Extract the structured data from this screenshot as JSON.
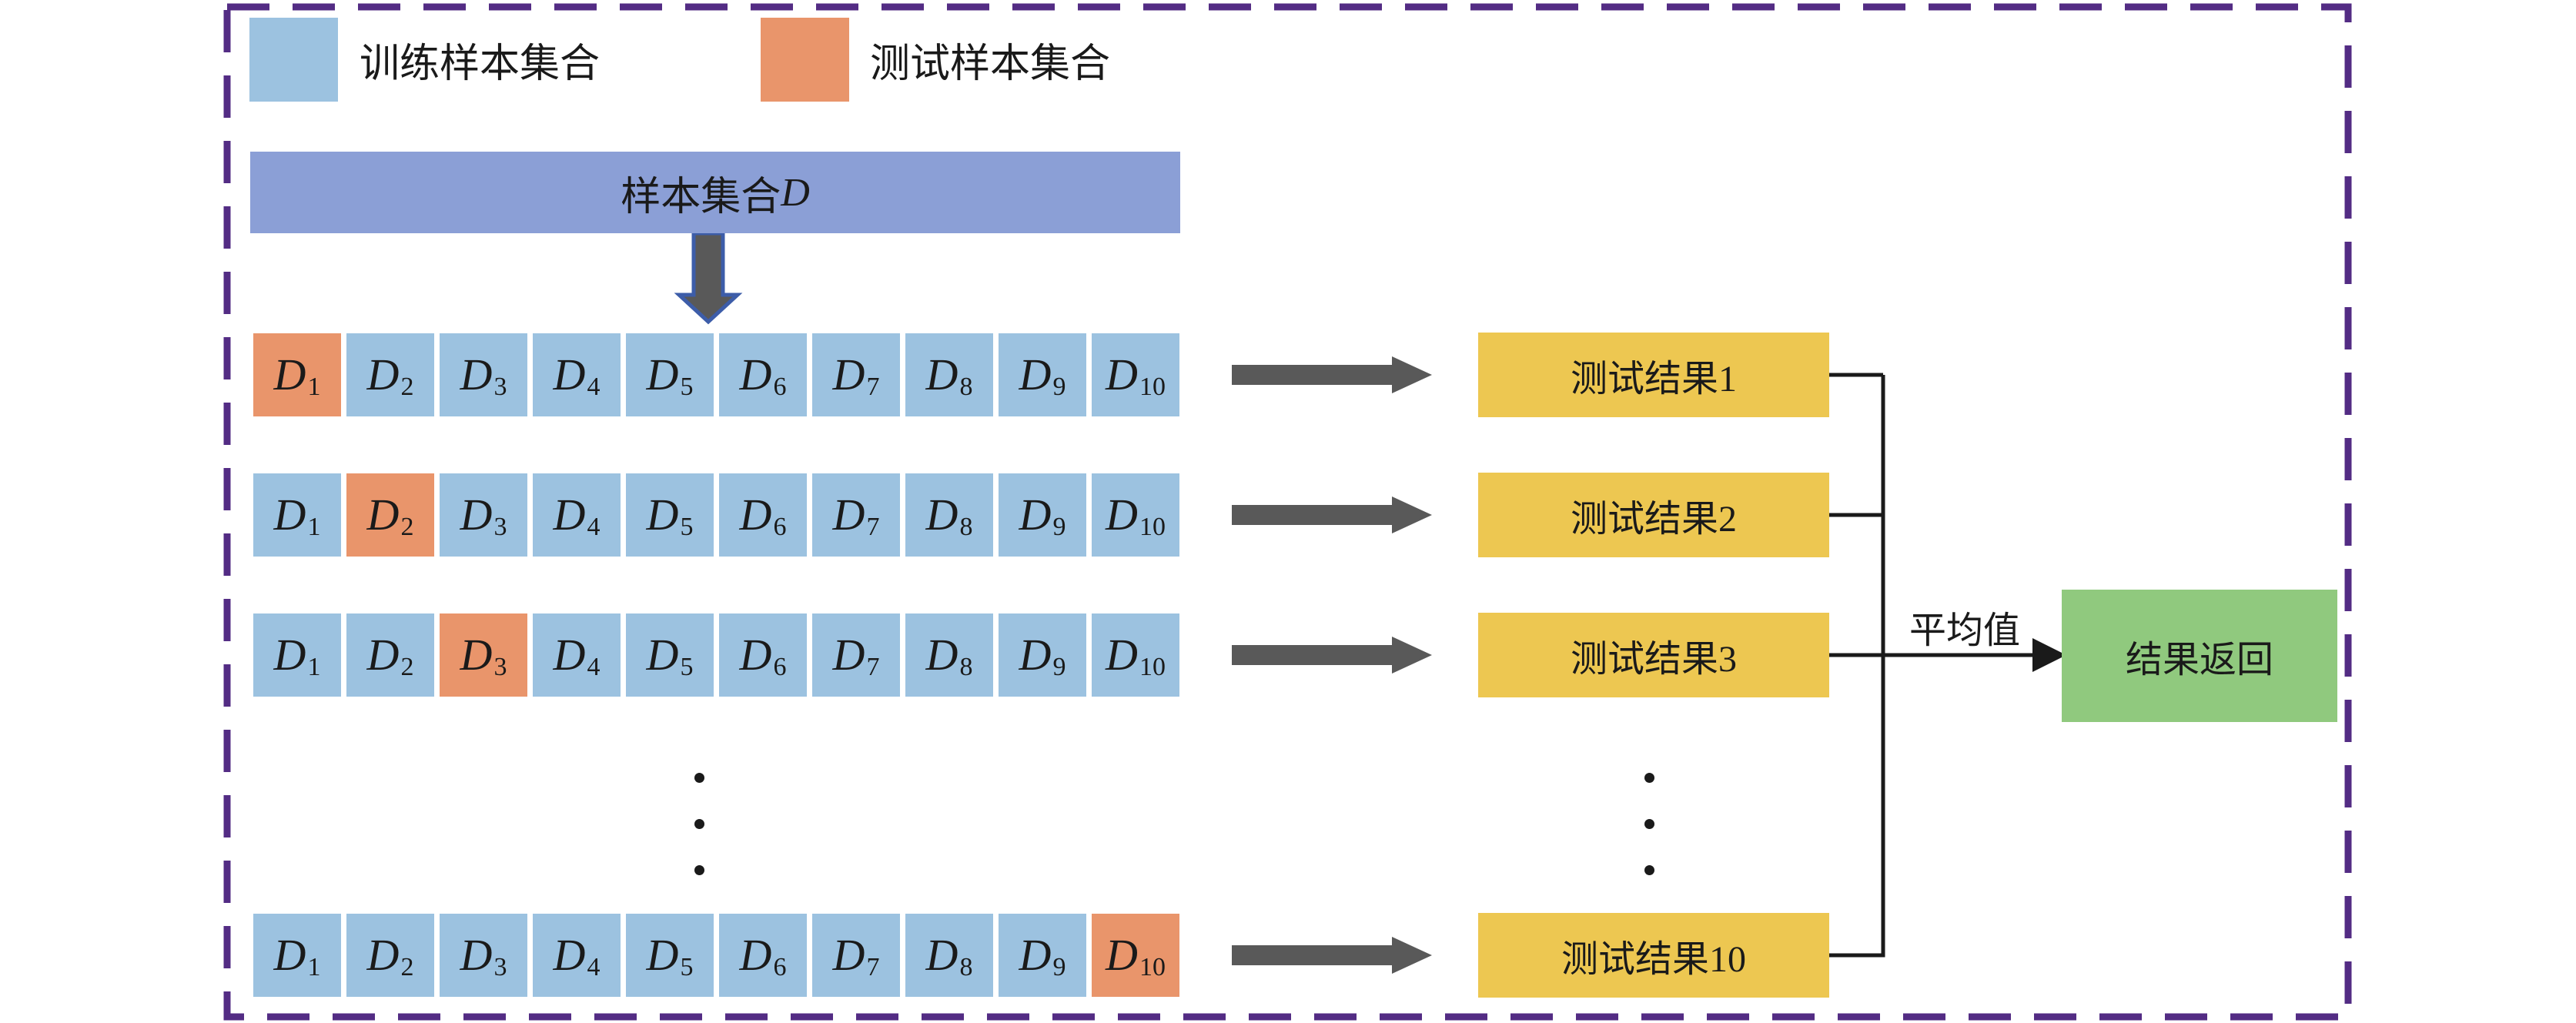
{
  "diagram": {
    "legend": {
      "train": {
        "label": "训练样本集合",
        "color": "#9CC2E0"
      },
      "test": {
        "label": "测试样本集合",
        "color": "#E9956B"
      }
    },
    "sample_set": {
      "label": "样本集合",
      "var": "D"
    },
    "folds": {
      "cell_var": "D",
      "cell_subs": [
        "1",
        "2",
        "3",
        "4",
        "5",
        "6",
        "7",
        "8",
        "9",
        "10"
      ],
      "rows": [
        {
          "test_index": 1,
          "result_label": "测试结果1"
        },
        {
          "test_index": 2,
          "result_label": "测试结果2"
        },
        {
          "test_index": 3,
          "result_label": "测试结果3"
        },
        {
          "test_index": 10,
          "result_label": "测试结果10"
        }
      ]
    },
    "average_label": "平均值",
    "final_result_label": "结果返回",
    "colors": {
      "train_cell": "#9CC2E0",
      "test_cell": "#E9956B",
      "sample_bar": "#8B9FD6",
      "result_box": "#EDC751",
      "final_box": "#90C97E",
      "border": "#532C84",
      "arrow": "#595959",
      "down_arrow_outline": "#3D5DA9",
      "connector": "#1A1A1A"
    }
  }
}
